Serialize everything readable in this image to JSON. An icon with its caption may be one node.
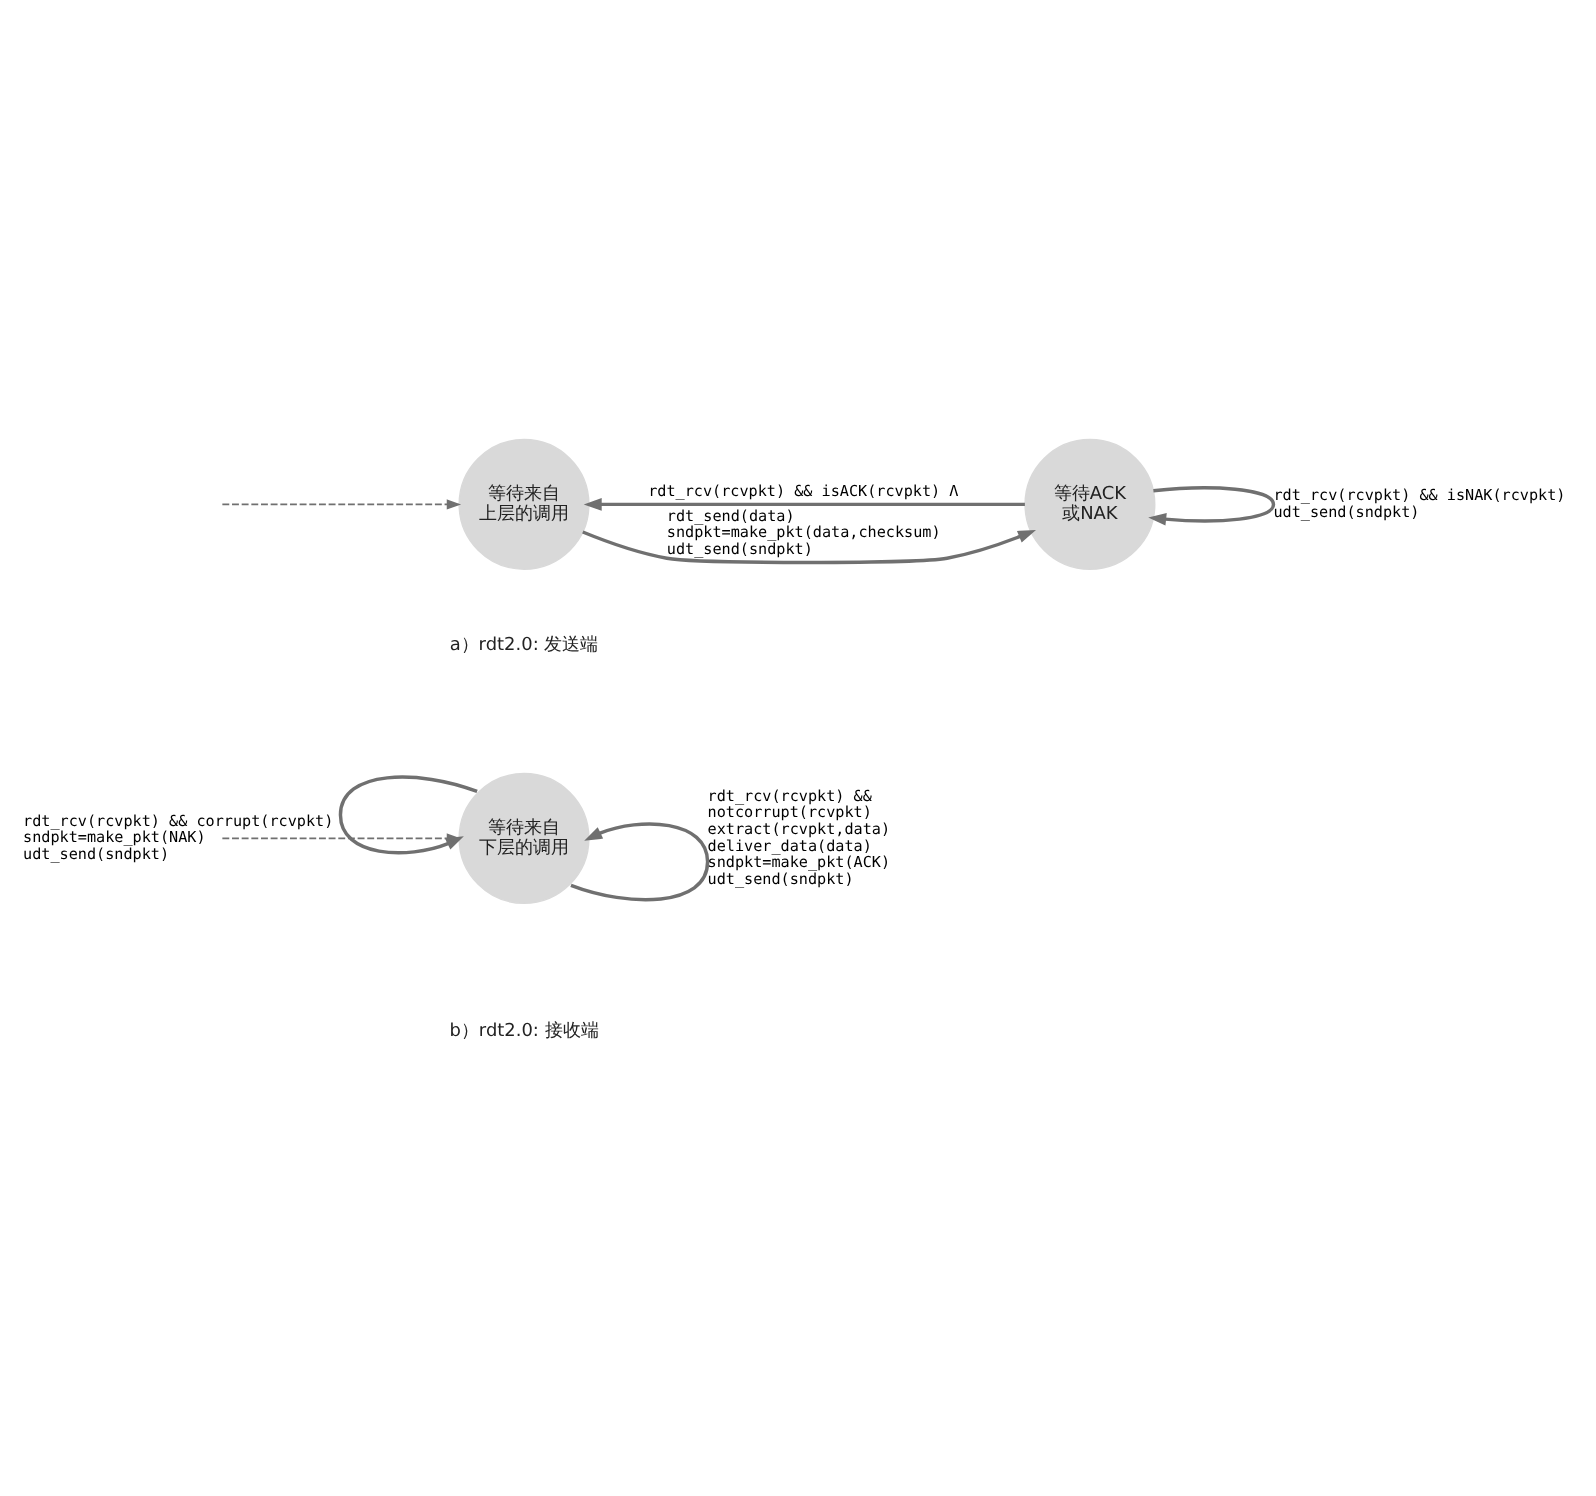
{
  "diagram": {
    "nodes": [
      {
        "text": [
          "等待来自上层的调用"
        ]
      },
      {
        "text": [
          "等待ACK或NAK"
        ]
      },
      {
        "text": [
          "等待来自下层的调用"
        ]
      }
    ],
    "edges": [
      {
        "from": null,
        "to": 0,
        "arrow": "to",
        "style": "dashed"
      },
      {
        "from": 0,
        "to": 1,
        "arrow": "to",
        "label": "rdt_send(data) sndpkt=make_pkt(data,checksum) udt_send(sndpkt)"
      },
      {
        "from": 1,
        "to": 1,
        "arrow": "to",
        "label": "rdt_rcv(rcvpkt) && isNAK(rcvpkt) udt_send(sndpkt)"
      },
      {
        "from": 1,
        "to": 0,
        "arrow": "to",
        "label": "rdt_rcv(rcvpkt) && isACK(rcvpkt) Λ"
      },
      {
        "from": null,
        "to": 2,
        "arrow": "to",
        "style": "dashed"
      },
      {
        "from": 2,
        "to": 2,
        "arrow": "to",
        "label": "rdt_rcv(rcvpkt) && corrupt(rcvpkt) sndpkt=make_pkt(NAK) udt_send(sndpkt)"
      },
      {
        "from": 2,
        "to": 2,
        "arrow": "to",
        "label": "rdt_rcv(rcvpkt) && notcorrupt(rcvpkt) extract(rcvpkt,data) deliver_data(data) sndpkt=make_pkt(ACK) udt_send(sndpkt)"
      }
    ],
    "labels": [
      "a）rdt2.0: 发送端",
      "b）rdt2.0: 接收端"
    ]
  }
}
